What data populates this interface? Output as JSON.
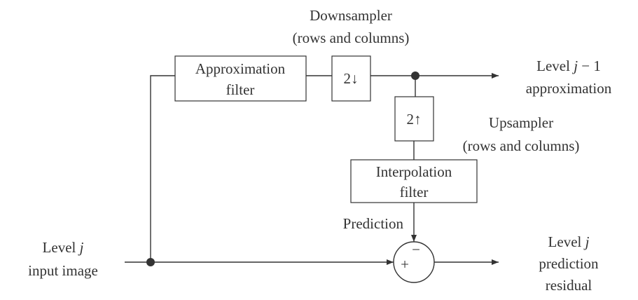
{
  "diagram": {
    "downsampler_caption": {
      "line1": "Downsampler",
      "line2": "(rows and columns)"
    },
    "upsampler_caption": {
      "line1": "Upsampler",
      "line2": "(rows and columns)"
    },
    "approximation_filter": {
      "line1": "Approximation",
      "line2": "filter"
    },
    "downsampler_box": "2↓",
    "upsampler_box": "2↑",
    "interpolation_filter": {
      "line1": "Interpolation",
      "line2": "filter"
    },
    "prediction_label": "Prediction",
    "input_label": {
      "line1_prefix": "Level ",
      "line1_var": "j",
      "line2": "input image"
    },
    "approx_output_label": {
      "line1_prefix": "Level ",
      "line1_var": "j",
      "line1_suffix": " − 1",
      "line2": "approximation"
    },
    "residual_output_label": {
      "line1_prefix": "Level ",
      "line1_var": "j",
      "line2": "prediction",
      "line3": "residual"
    },
    "summer": {
      "plus": "+",
      "minus": "−"
    }
  }
}
